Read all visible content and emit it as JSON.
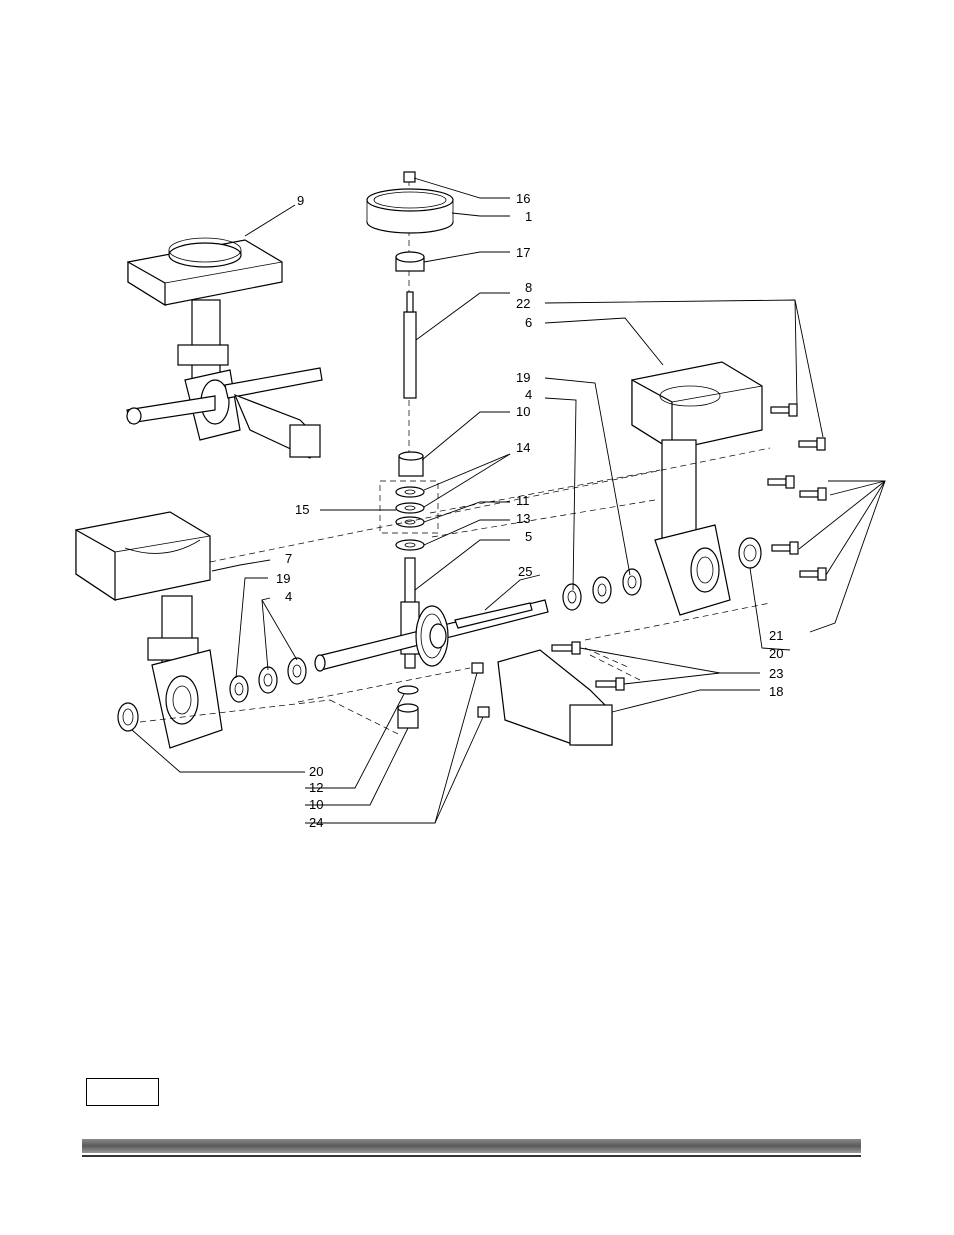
{
  "diagram": {
    "callouts": [
      {
        "id": "c16",
        "text": "16"
      },
      {
        "id": "c1",
        "text": "1"
      },
      {
        "id": "c9",
        "text": "9"
      },
      {
        "id": "c17",
        "text": "17"
      },
      {
        "id": "c8",
        "text": "8"
      },
      {
        "id": "c22",
        "text": "22"
      },
      {
        "id": "c6",
        "text": "6"
      },
      {
        "id": "c19a",
        "text": "19"
      },
      {
        "id": "c4a",
        "text": "4"
      },
      {
        "id": "c10a",
        "text": "10"
      },
      {
        "id": "c14",
        "text": "14"
      },
      {
        "id": "c15",
        "text": "15"
      },
      {
        "id": "c11",
        "text": "11"
      },
      {
        "id": "c13",
        "text": "13"
      },
      {
        "id": "c5",
        "text": "5"
      },
      {
        "id": "c7",
        "text": "7"
      },
      {
        "id": "c25",
        "text": "25"
      },
      {
        "id": "c19b",
        "text": "19"
      },
      {
        "id": "c4b",
        "text": "4"
      },
      {
        "id": "c21",
        "text": "21"
      },
      {
        "id": "c20a",
        "text": "20"
      },
      {
        "id": "c23",
        "text": "23"
      },
      {
        "id": "c18",
        "text": "18"
      },
      {
        "id": "c20b",
        "text": "20"
      },
      {
        "id": "c12",
        "text": "12"
      },
      {
        "id": "c10b",
        "text": "10"
      },
      {
        "id": "c24",
        "text": "24"
      }
    ]
  }
}
